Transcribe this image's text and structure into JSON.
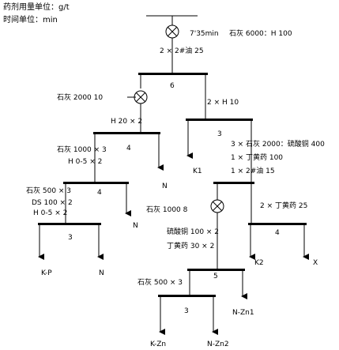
{
  "header": {
    "dosage_unit": "药剂用量单位：g/t",
    "time_unit": "时间单位：min"
  },
  "flow": {
    "grind": {
      "time": "7'35min",
      "lime_h": "石灰 6000：H   100",
      "oil": "2   ×   2#油   25"
    },
    "op6": {
      "label": "6",
      "lime": "石灰  2000    10",
      "h_right": "2  ×  H   10",
      "h_left": "H 20  ×  2"
    },
    "op4a": {
      "label": "4",
      "lime": "石灰  1000  ×  3",
      "h": "H   0-5  ×  2",
      "out_n": "N"
    },
    "op4b": {
      "label": "4",
      "lime": "石灰  500  ×  3",
      "ds": "DS   100  ×  2",
      "h": "H   0-5  ×  2",
      "out_n": "N"
    },
    "op3a": {
      "label": "3",
      "out_kp": "K-P",
      "out_n": "N"
    },
    "op3b": {
      "label": "3",
      "reagent1": "3  ×  石灰 2000：硫酸铜  400",
      "reagent2": "1  ×  丁黄药   100",
      "reagent3": "1  ×  2#油    15",
      "out_k1": "K1"
    },
    "grind2": {
      "lime": "石灰  1000     8",
      "xanthate": "2  ×  丁黄药  25"
    },
    "op4c": {
      "label": "4",
      "out_k2": "K2",
      "out_x": "X"
    },
    "op5": {
      "label": "5",
      "cuso4": "硫酸铜  100  ×  2",
      "xanthate": "丁黄药    30  ×  2",
      "out_nzn1": "N-Zn1"
    },
    "op3c": {
      "label": "3",
      "lime": "石灰  500  ×  3",
      "out_kzn": "K-Zn",
      "out_nzn2": "N-Zn2"
    }
  }
}
